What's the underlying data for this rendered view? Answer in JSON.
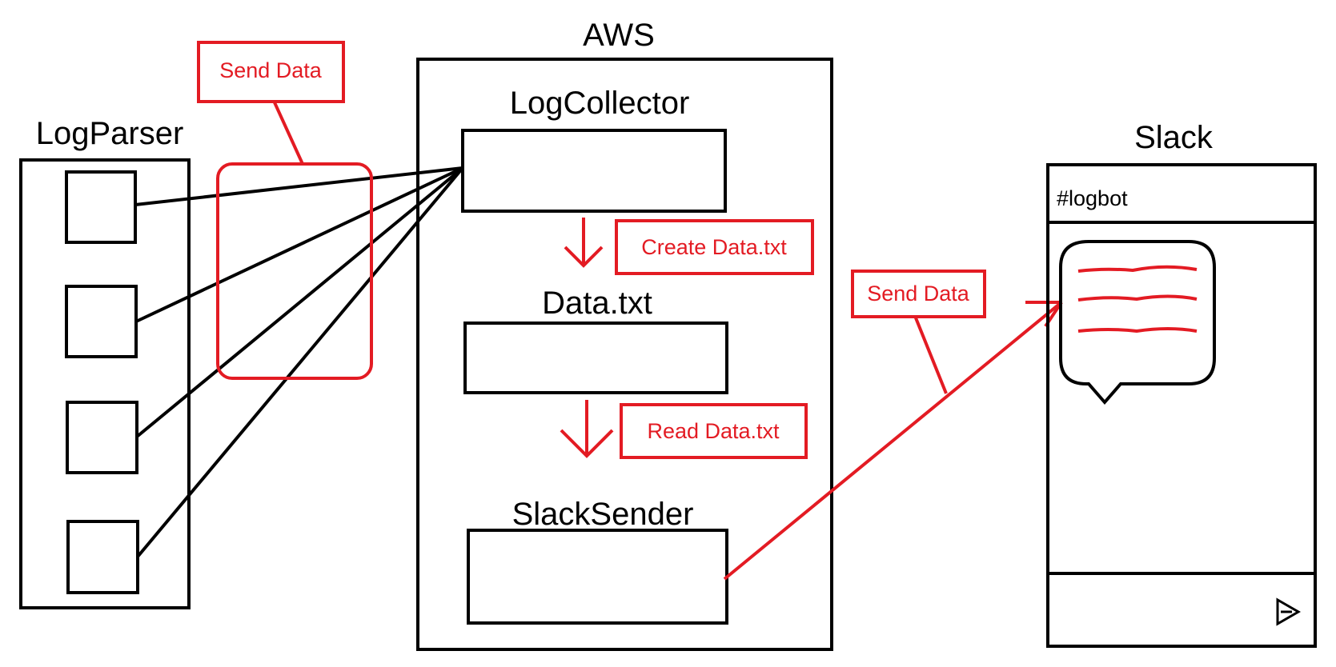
{
  "log_parser": {
    "title": "LogParser"
  },
  "aws": {
    "title": "AWS",
    "log_collector": "LogCollector",
    "data_file": "Data.txt",
    "slack_sender": "SlackSender"
  },
  "slack": {
    "title": "Slack",
    "channel": "#logbot"
  },
  "annotations": {
    "send_data_left": "Send Data",
    "create_data": "Create Data.txt",
    "read_data": "Read Data.txt",
    "send_data_right": "Send Data"
  },
  "colors": {
    "annotation": "#e31b23",
    "stroke": "#000000"
  },
  "icons": {
    "send": "send-arrow-icon",
    "message": "chat-bubble-icon"
  }
}
